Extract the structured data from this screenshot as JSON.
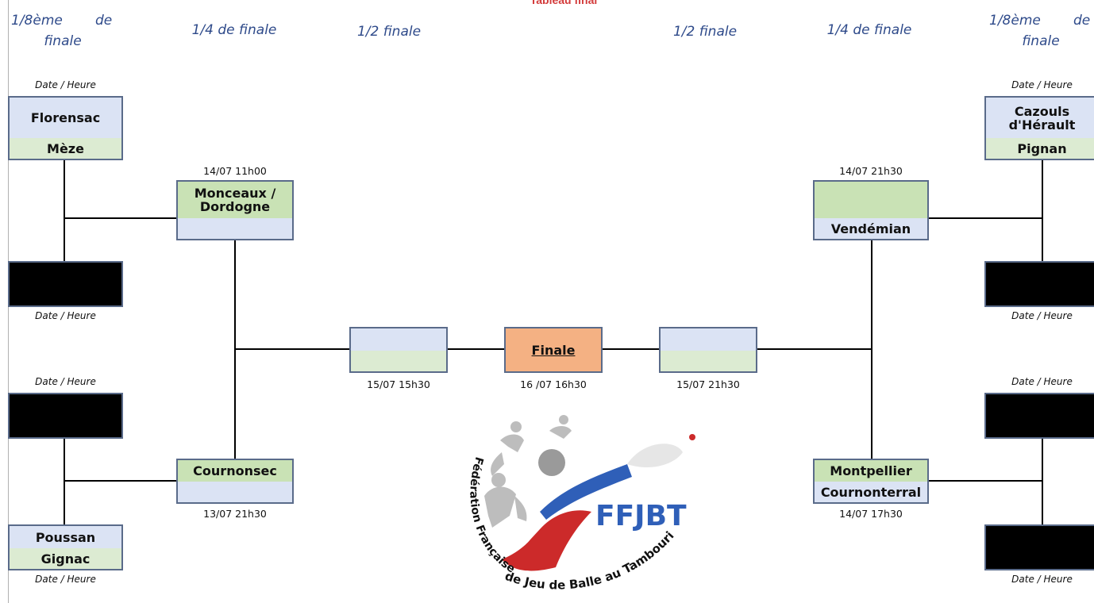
{
  "title": "Tableau final",
  "rounds": {
    "left_r16_a": "1/8ème",
    "left_r16_b": "de",
    "left_r16_c": "finale",
    "left_qf": "1/4 de finale",
    "left_sf": "1/2 finale",
    "right_sf": "1/2 finale",
    "right_qf": "1/4 de finale",
    "right_r16_a": "1/8ème",
    "right_r16_b": "de",
    "right_r16_c": "finale"
  },
  "date_heure": "Date / Heure",
  "left_r16": {
    "m1": {
      "team1": "Florensac",
      "team2": "Mèze"
    },
    "m4": {
      "team1": "Poussan",
      "team2": "Gignac"
    }
  },
  "left_qf": {
    "top": {
      "schedule": "14/07 11h00",
      "team1": "Monceaux / Dordogne",
      "team2": ""
    },
    "bottom": {
      "schedule": "13/07 21h30",
      "team1": "Cournonsec",
      "team2": ""
    }
  },
  "left_sf": {
    "schedule": "15/07 15h30"
  },
  "final": {
    "label": "Finale",
    "schedule": "16 /07 16h30"
  },
  "right_sf": {
    "schedule": "15/07 21h30"
  },
  "right_qf": {
    "top": {
      "schedule": "14/07 21h30",
      "team1": "",
      "team2": "Vendémian"
    },
    "bottom": {
      "schedule": "14/07 17h30",
      "team1": "Montpellier",
      "team2": "Cournonterral"
    }
  },
  "right_r16": {
    "m1": {
      "team1": "Cazouls d'Hérault",
      "team2": "Pignan"
    }
  },
  "logo": {
    "acronym": "FFJBT",
    "arc_left": "Fédération Française",
    "arc_bottom": "de Jeu de Balle au Tambourin"
  },
  "colors": {
    "header_text": "#2e4a8a",
    "slot_blue": "#dbe3f4",
    "slot_green": "#dcebd2",
    "final_orange": "#f4b183",
    "logo_blue": "#2f5fb8",
    "logo_red": "#cc2a2a"
  }
}
